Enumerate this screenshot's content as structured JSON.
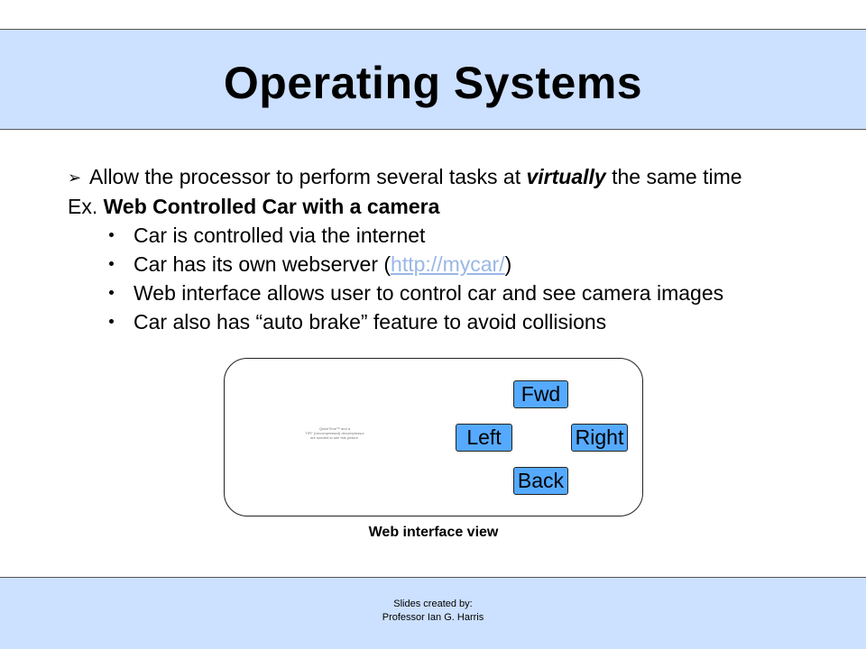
{
  "slide": {
    "title": "Operating Systems",
    "intro": {
      "before": "Allow the processor to perform several tasks at ",
      "emphasis": "virtually",
      "after": " the same time"
    },
    "example": {
      "prefix": "Ex. ",
      "label": "Web Controlled Car with a camera"
    },
    "bullets": {
      "b1": "Car is controlled via the internet",
      "b2_before": "Car has its own webserver (",
      "b2_link": "http://mycar/",
      "b2_after": ")",
      "b3": "Web interface allows user to control car and see camera images",
      "b4": "Car also has “auto brake” feature to avoid collisions"
    },
    "web_interface": {
      "image_placeholder": [
        "QuickTime™ and a",
        "TIFF (Uncompressed) decompressor",
        "are needed to see this picture."
      ],
      "buttons": {
        "fwd": "Fwd",
        "left": "Left",
        "right": "Right",
        "back": "Back"
      },
      "caption": "Web interface view"
    },
    "footer": {
      "line1": "Slides created by:",
      "line2": "Professor Ian G. Harris"
    }
  },
  "colors": {
    "band": "#cce0ff",
    "button": "#55aaff",
    "link": "#9ab7e6"
  }
}
